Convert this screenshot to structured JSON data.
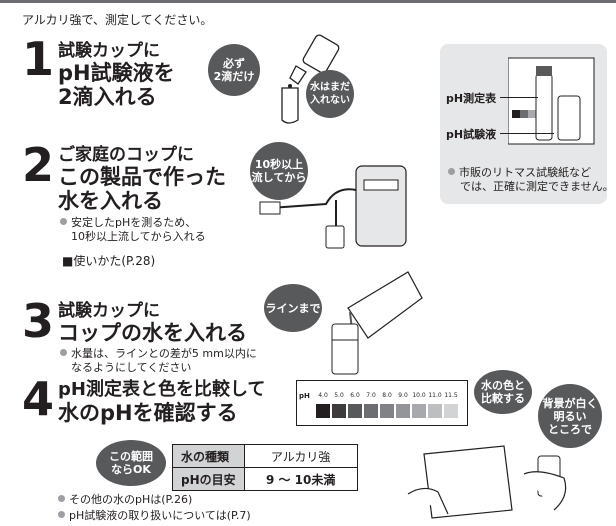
{
  "header": {
    "intro": "アルカリ強で、測定してください。"
  },
  "steps": [
    {
      "number": "1",
      "line1": "試験カップに",
      "line2": "pH試験液を",
      "line3": "2滴入れる"
    },
    {
      "number": "2",
      "line1": "ご家庭のコップに",
      "line2": "この製品で作った",
      "line3": "水を入れる",
      "note1": "安定したpHを測るため、",
      "note2": "10秒以上流してから入れる",
      "link": "■使いかた(P.28)"
    },
    {
      "number": "3",
      "line1": "試験カップに",
      "line2": "コップの水を入れる",
      "note1": "水量は、ラインとの差が5 mm以内に",
      "note2": "なるようにしてください"
    },
    {
      "number": "4",
      "line1": "pH測定表と色を比較して",
      "line2": "水のpHを確認する"
    }
  ],
  "bubbles": {
    "drops_1": "必ず",
    "drops_2": "2滴だけ",
    "no_water_1": "水はまだ",
    "no_water_2": "入れない",
    "flow_1": "10秒以上",
    "flow_2": "流してから",
    "line": "ラインまで",
    "color_1": "水の色と",
    "color_2": "比較する",
    "bright_1": "背景が白く",
    "bright_2": "明るい",
    "bright_3": "ところで",
    "range_1": "この範囲",
    "range_2": "ならOK"
  },
  "panel": {
    "label_chart": "pH測定表",
    "label_liquid": "pH試験液",
    "note1": "市販のリトマス試験紙など",
    "note2": "では、正確に測定できません。"
  },
  "ph_chart": {
    "label": "pH",
    "values": [
      "4.0",
      "5.0",
      "6.0",
      "7.0",
      "8.0",
      "9.0",
      "10.0",
      "11.0",
      "11.5"
    ],
    "colors": [
      "#231f20",
      "#3d3b3c",
      "#58595b",
      "#6d6e71",
      "#808285",
      "#939598",
      "#a7a9ac",
      "#bcbec0",
      "#d1d3d4"
    ]
  },
  "guide_table": {
    "row1": {
      "label": "水の種類",
      "value": "アルカリ強"
    },
    "row2": {
      "label": "pHの目安",
      "value": "9 ～ 10未満"
    }
  },
  "footer": {
    "ref1": "その他の水のpHは(P.26)",
    "ref2": "pH試験液の取り扱いについては(P.7)"
  }
}
